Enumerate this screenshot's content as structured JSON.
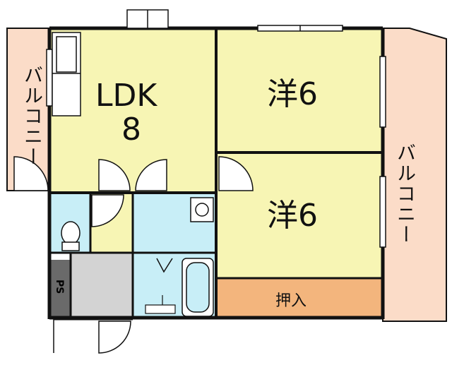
{
  "rooms": {
    "ldk_label": "LDK",
    "ldk_size": "8",
    "western_top": "洋6",
    "western_bottom": "洋6",
    "balcony_left": "バルコニー",
    "balcony_right": "バルコニー",
    "closet": "押入",
    "pipe_space": "PS"
  },
  "colors": {
    "room_yellow": "#f7f5b4",
    "wet_area_blue": "#c8eef7",
    "balcony_peach": "#fbdcc8",
    "closet_orange": "#f3b57d",
    "storage_gray": "#d3d3d3",
    "pipe_space_gray": "#6a6a6a",
    "wall": "#111111"
  }
}
